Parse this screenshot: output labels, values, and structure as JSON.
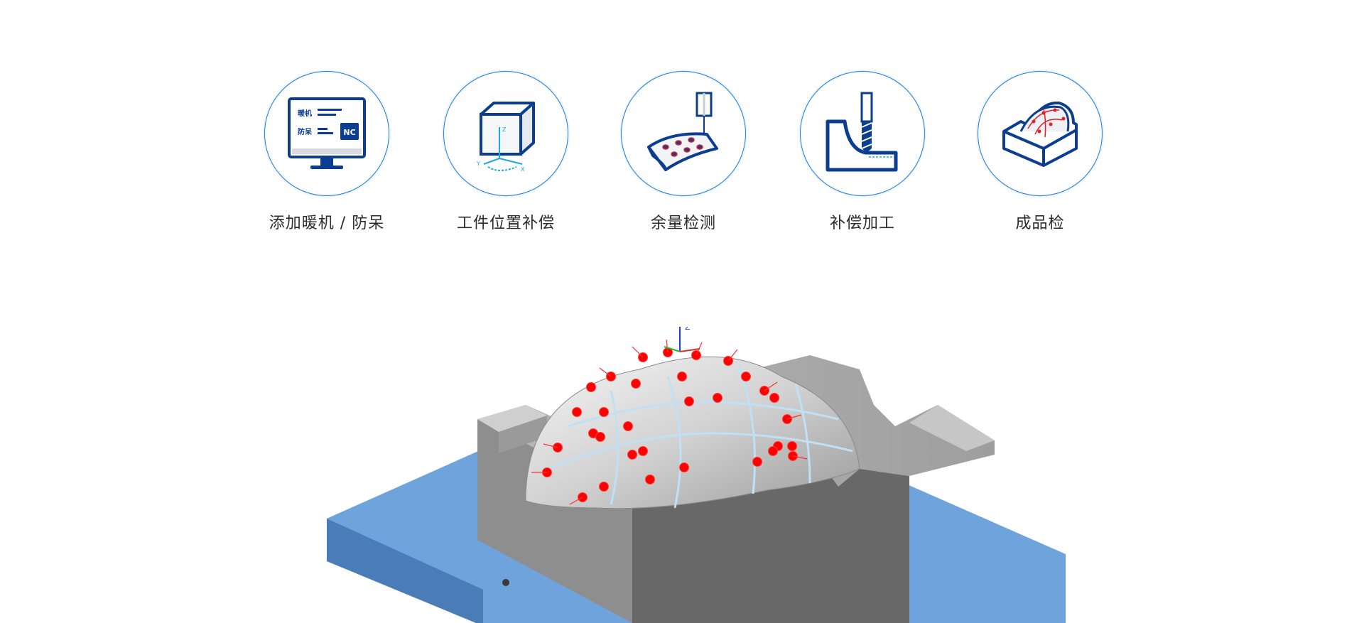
{
  "steps": [
    {
      "label": "添加暖机 / 防呆",
      "icon": "monitor-nc-icon",
      "screen_text": {
        "line1": "暖机",
        "line2": "防呆",
        "badge": "NC"
      }
    },
    {
      "label": "工件位置补偿",
      "icon": "workpiece-cube-axes-icon"
    },
    {
      "label": "余量检测",
      "icon": "probe-surface-icon"
    },
    {
      "label": "补偿加工",
      "icon": "endmill-cutting-icon"
    },
    {
      "label": "成品检",
      "icon": "finished-part-inspection-icon"
    }
  ],
  "scene": {
    "icon": "mold-probe-points-illustration",
    "axis_label": "Z"
  },
  "colors": {
    "accent": "#1f7fe0",
    "icon_dark": "#0b3d91",
    "probe_point": "#ff0000",
    "base_plate": "#6fa3dc"
  }
}
